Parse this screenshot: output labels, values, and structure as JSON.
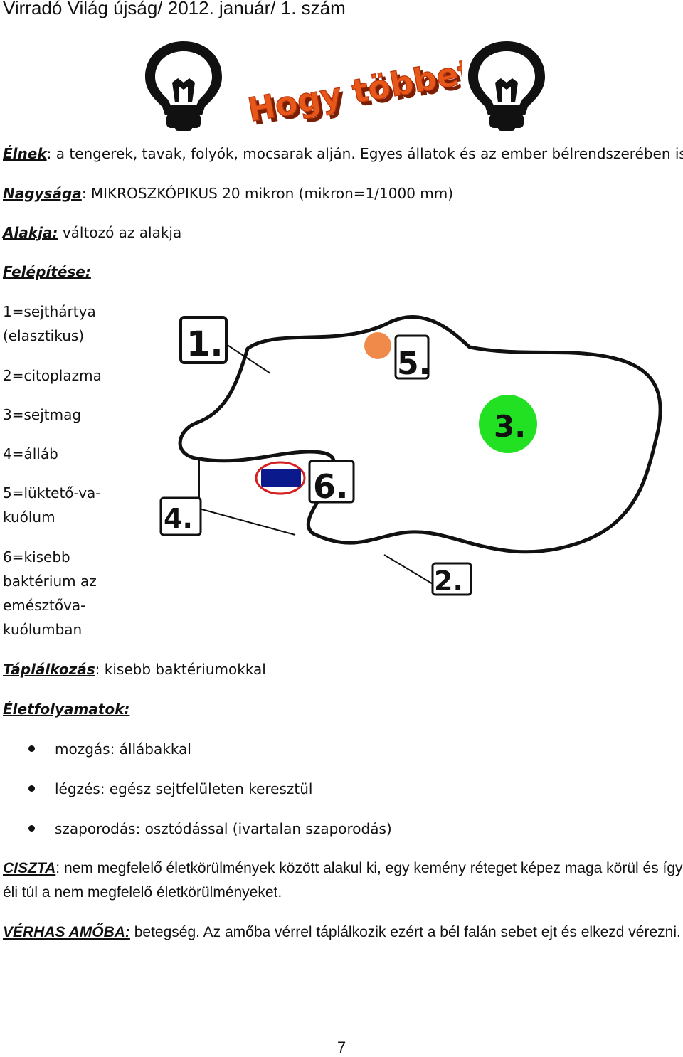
{
  "header": {
    "title": "Virradó Világ újság/ 2012. január/ 1. szám"
  },
  "logo": {
    "text": "Hogy többet tudj",
    "icon_left": "lightbulb-icon",
    "icon_right": "lightbulb-icon",
    "color": "#e8571a"
  },
  "facts": {
    "elnek_label": "Élnek",
    "elnek_text": ": a tengerek, tavak, folyók, mocsarak alján. Egyes állatok és az ember bélrendszerében is.",
    "nagysag_label": "Nagysága",
    "nagysag_text": ": MIKROSZKÓPIKUS 20 mikron (mikron=1/1000 mm)",
    "alakja_label": "Alakja:",
    "alakja_text": " változó az alakja",
    "felepitese_label": "Felépítése:"
  },
  "legend": [
    {
      "line1": "1=sejthártya",
      "line2": "(elasztikus)"
    },
    {
      "line1": "2=citoplazma"
    },
    {
      "line1": "3=sejtmag"
    },
    {
      "line1": "4=álláb"
    },
    {
      "line1": "5=lüktető-va-",
      "line2": "kuólum"
    },
    {
      "line1": "6=kisebb",
      "line2": "baktérium az",
      "line3": "emésztőva-",
      "line4": "kuólumban"
    }
  ],
  "diagram": {
    "labels": [
      "1.",
      "5.",
      "3.",
      "6.",
      "4.",
      "2."
    ],
    "colors": {
      "nucleus": "#22e022",
      "vacuole": "#f08a4a",
      "bacterium": "#0a1a8c",
      "digestive_ring": "#d42020"
    }
  },
  "taplalkozas": {
    "label": "Táplálkozás",
    "text": ": kisebb baktériumokkal"
  },
  "eletfolyamatok": {
    "label": "Életfolyamatok:",
    "items": [
      "mozgás: állábakkal",
      "légzés: egész sejtfelületen keresztül",
      "szaporodás: osztódással (ivartalan szaporodás)"
    ]
  },
  "ciszta": {
    "label": "CISZTA",
    "text": ": nem megfelelő életkörülmények között alakul ki, egy kemény réteget képez maga körül és így éli túl a nem megfelelő életkörülményeket."
  },
  "verhas": {
    "label": "VÉRHAS AMŐBA:",
    "text": " betegség. Az amőba vérrel táplálkozik ezért a bél falán sebet ejt és elkezd vérezni."
  },
  "page_number": "7"
}
